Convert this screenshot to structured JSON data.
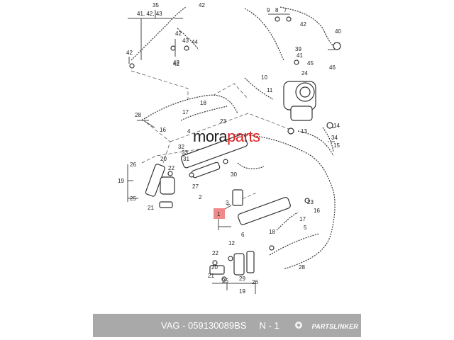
{
  "watermark": {
    "part1": "mora",
    "part2": "parts"
  },
  "footer": {
    "text": "VAG - 059130089BS     N - 1",
    "logo": "PARTSLINKER"
  },
  "diagram_labels": {
    "l35": "35",
    "l41_42_43": "41, 42, 43",
    "l42a": "42",
    "l42b": "42",
    "l42c": "42",
    "l42d": "42",
    "l42e": "42",
    "l43": "43",
    "l44": "44",
    "l9": "9",
    "l8": "8",
    "l7": "7",
    "l40": "40",
    "l39": "39",
    "l41": "41",
    "l45": "45",
    "l46": "46",
    "l10": "10",
    "l11": "11",
    "l24": "24",
    "l18": "18",
    "l17": "17",
    "l28a": "28",
    "l16a": "16",
    "l4": "4",
    "l23a": "23",
    "l32": "32",
    "l13": "13",
    "l14": "14",
    "l33": "33",
    "l31": "31",
    "l34": "34",
    "l15": "15",
    "l26a": "26",
    "l20": "20",
    "l22a": "22",
    "l19a": "19",
    "l25a": "25",
    "l21a": "21",
    "l27": "27",
    "l2": "2",
    "l30": "30",
    "l3": "3",
    "l1": "1",
    "l23b": "23",
    "l16b": "16",
    "l17b": "17",
    "l5": "5",
    "l6": "6",
    "l18b": "18",
    "l12": "12",
    "l22b": "22",
    "l20b": "20",
    "l21b": "21",
    "l25b": "25",
    "l26b": "26",
    "l19b": "19",
    "l28b": "28",
    "l29": "29",
    "l42f": "42"
  },
  "colors": {
    "highlight": "#f08a8a",
    "footer_bg": "#aaa9a9",
    "watermark_red": "#dd2222"
  }
}
